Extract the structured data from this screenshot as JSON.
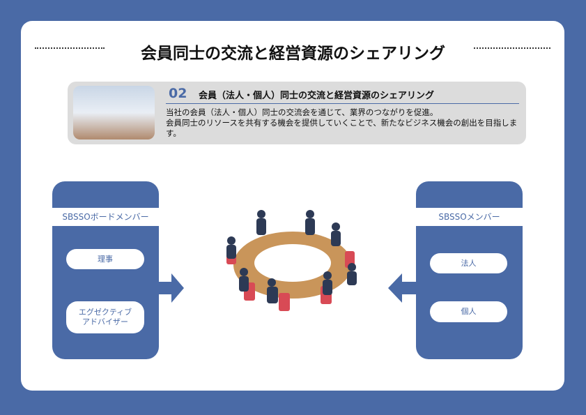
{
  "title": "会員同士の交流と経営資源のシェアリング",
  "info": {
    "number": "02",
    "subtitle": "会員（法人・個人）同士の交流と経営資源のシェアリング",
    "lines": [
      "当社の会員（法人・個人）同士の交流会を通じて、業界のつながりを促進。",
      "会員同士のリソースを共有する機会を提供していくことで、新たなビジネス機会の創出を目指します。"
    ]
  },
  "left": {
    "header": "SBSSOボードメンバー",
    "items": [
      "理事",
      "エグゼクティブ\nアドバイザー"
    ]
  },
  "right": {
    "header": "SBSSOメンバー",
    "items": [
      "法人",
      "個人"
    ]
  },
  "colors": {
    "brand": "#4a6aa6"
  }
}
